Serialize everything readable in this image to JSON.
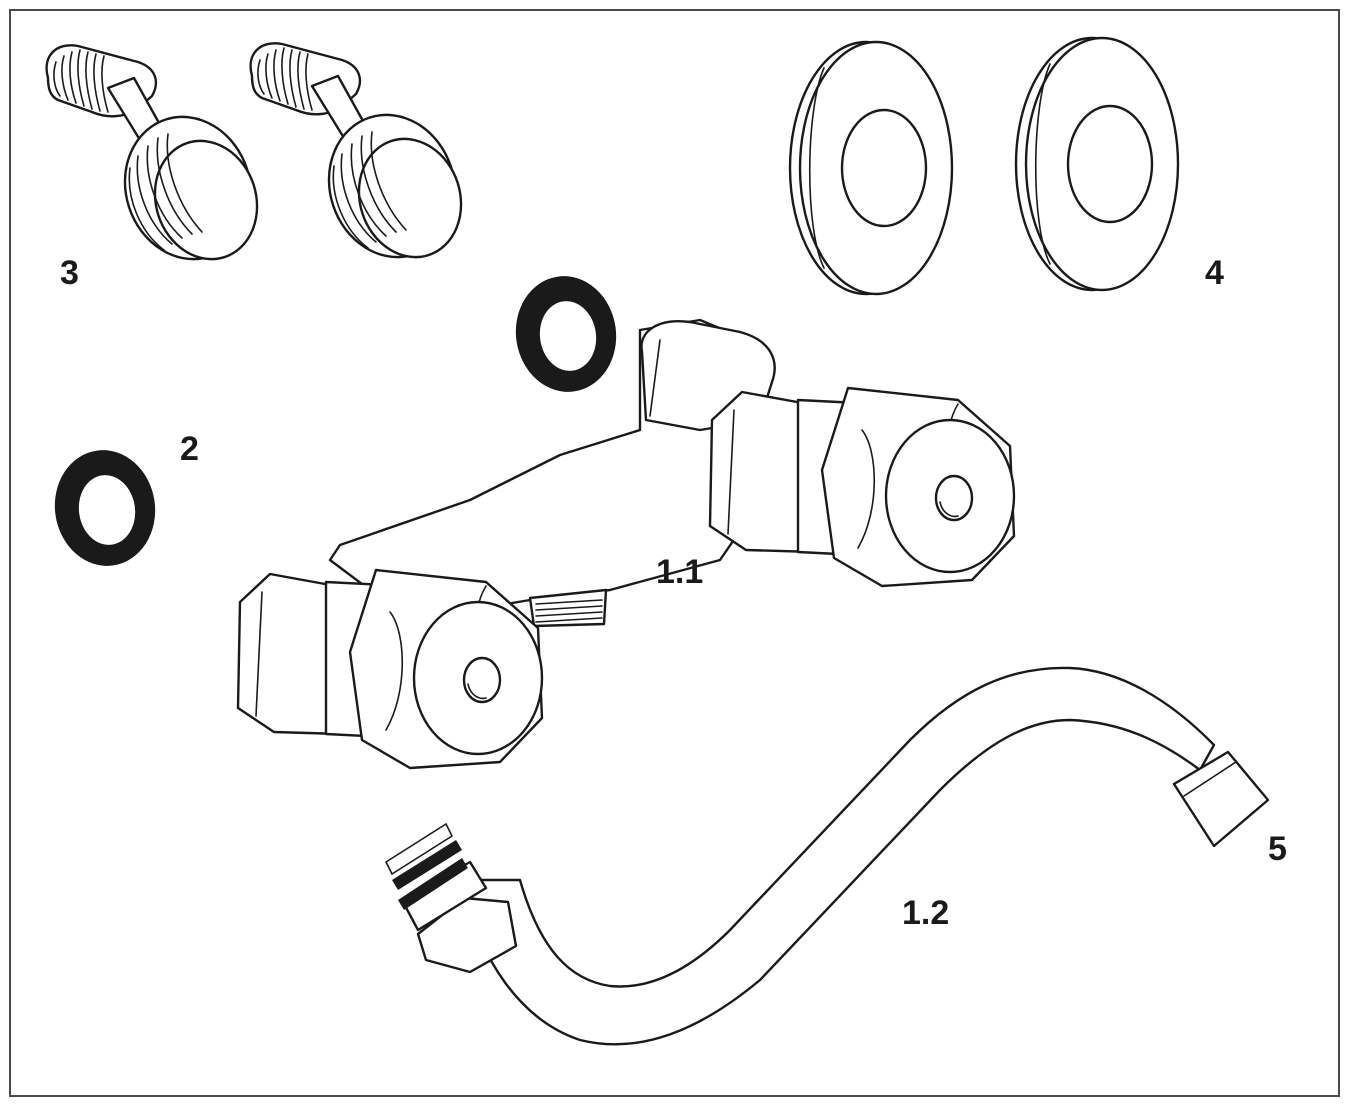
{
  "parts": [
    {
      "id": "p3",
      "label": "3"
    },
    {
      "id": "p4",
      "label": "4"
    },
    {
      "id": "p2",
      "label": "2"
    },
    {
      "id": "p11",
      "label": "1.1"
    },
    {
      "id": "p12",
      "label": "1.2"
    },
    {
      "id": "p5",
      "label": "5"
    }
  ],
  "colors": {
    "line": "#1a1a1a",
    "frame": "#4a4a4a",
    "background": "#ffffff"
  }
}
